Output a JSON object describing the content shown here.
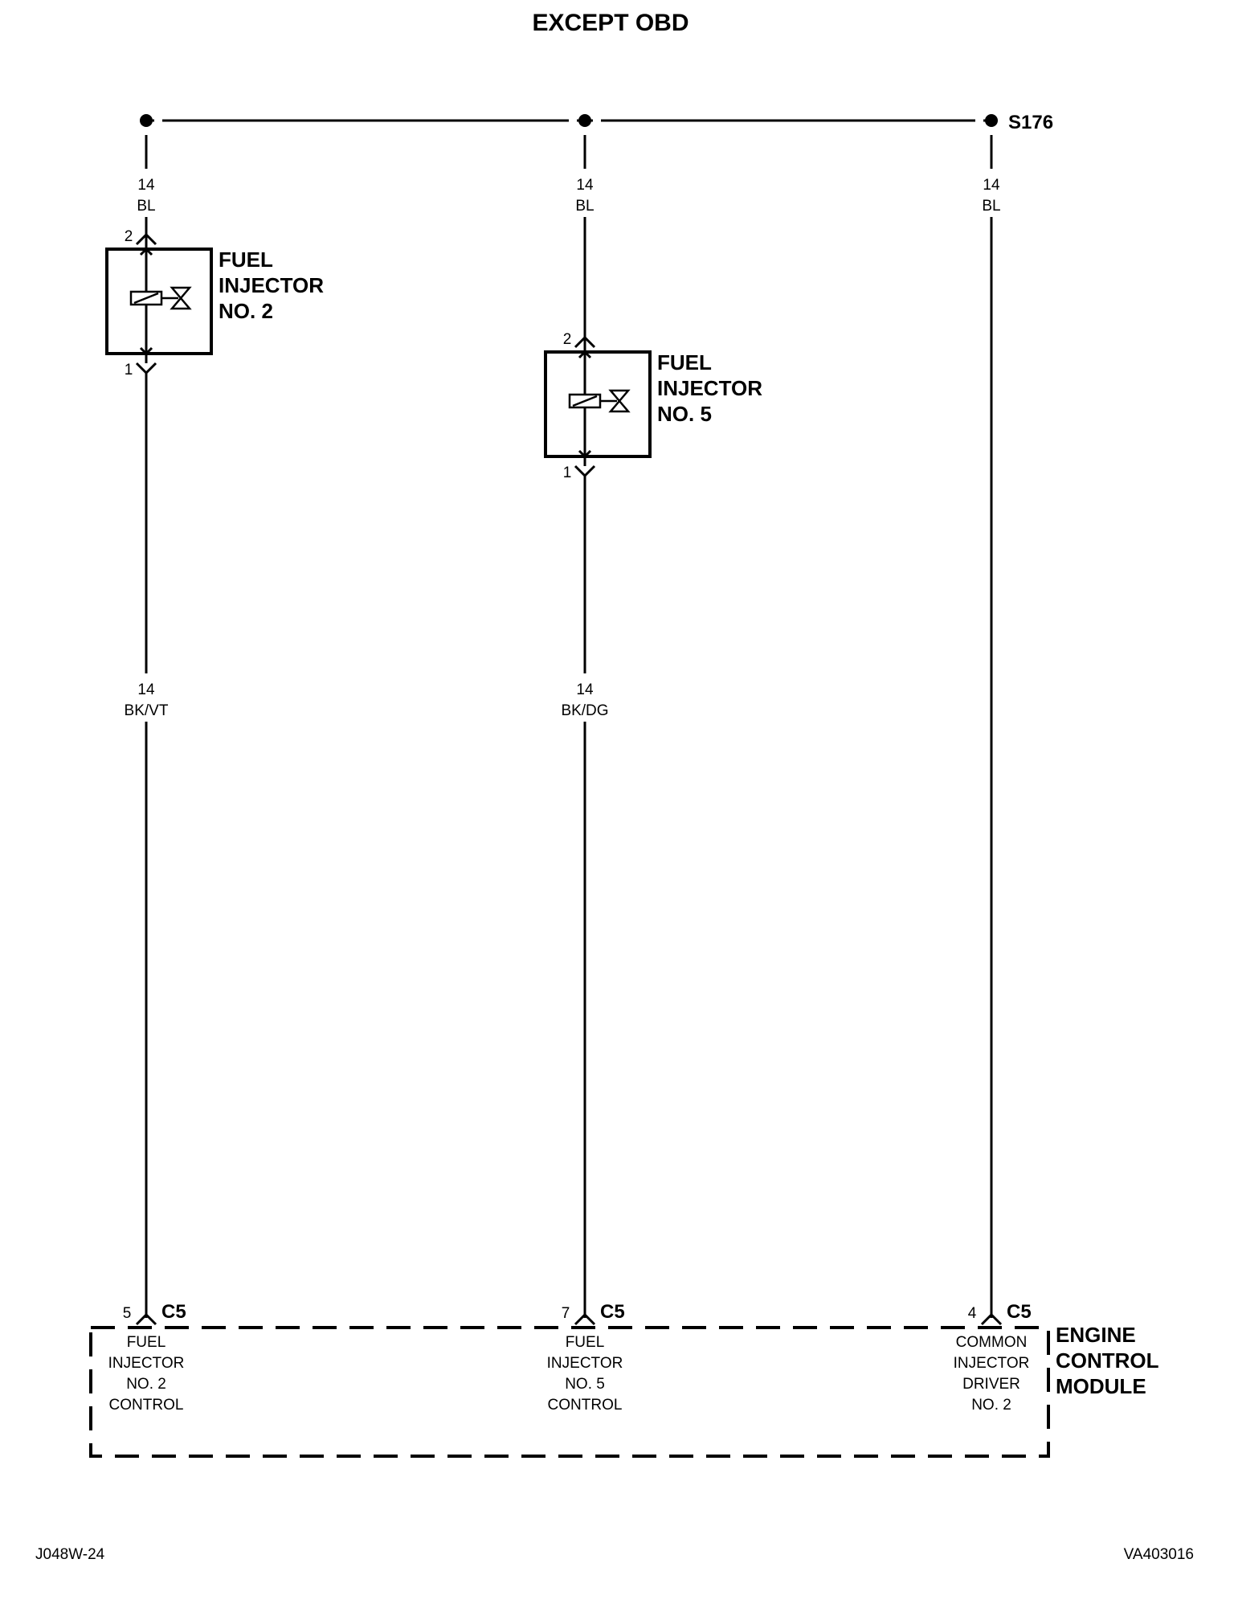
{
  "title": "EXCEPT OBD",
  "splice": {
    "label": "S176"
  },
  "wires": {
    "top_left": {
      "gauge": "14",
      "color": "BL"
    },
    "top_mid": {
      "gauge": "14",
      "color": "BL"
    },
    "top_right": {
      "gauge": "14",
      "color": "BL"
    },
    "low_left": {
      "gauge": "14",
      "color": "BK/VT"
    },
    "low_mid": {
      "gauge": "14",
      "color": "BK/DG"
    }
  },
  "injectors": [
    {
      "label_lines": [
        "FUEL",
        "INJECTOR",
        "NO. 2"
      ],
      "pin_top": "2",
      "pin_bottom": "1"
    },
    {
      "label_lines": [
        "FUEL",
        "INJECTOR",
        "NO. 5"
      ],
      "pin_top": "2",
      "pin_bottom": "1"
    }
  ],
  "ecm": {
    "label_lines": [
      "ENGINE",
      "CONTROL",
      "MODULE"
    ],
    "pins": [
      {
        "pin": "5",
        "connector": "C5",
        "function_lines": [
          "FUEL",
          "INJECTOR",
          "NO. 2",
          "CONTROL"
        ]
      },
      {
        "pin": "7",
        "connector": "C5",
        "function_lines": [
          "FUEL",
          "INJECTOR",
          "NO. 5",
          "CONTROL"
        ]
      },
      {
        "pin": "4",
        "connector": "C5",
        "function_lines": [
          "COMMON",
          "INJECTOR",
          "DRIVER",
          "NO. 2"
        ]
      }
    ]
  },
  "footer": {
    "left": "J048W-24",
    "right": "VA403016"
  }
}
